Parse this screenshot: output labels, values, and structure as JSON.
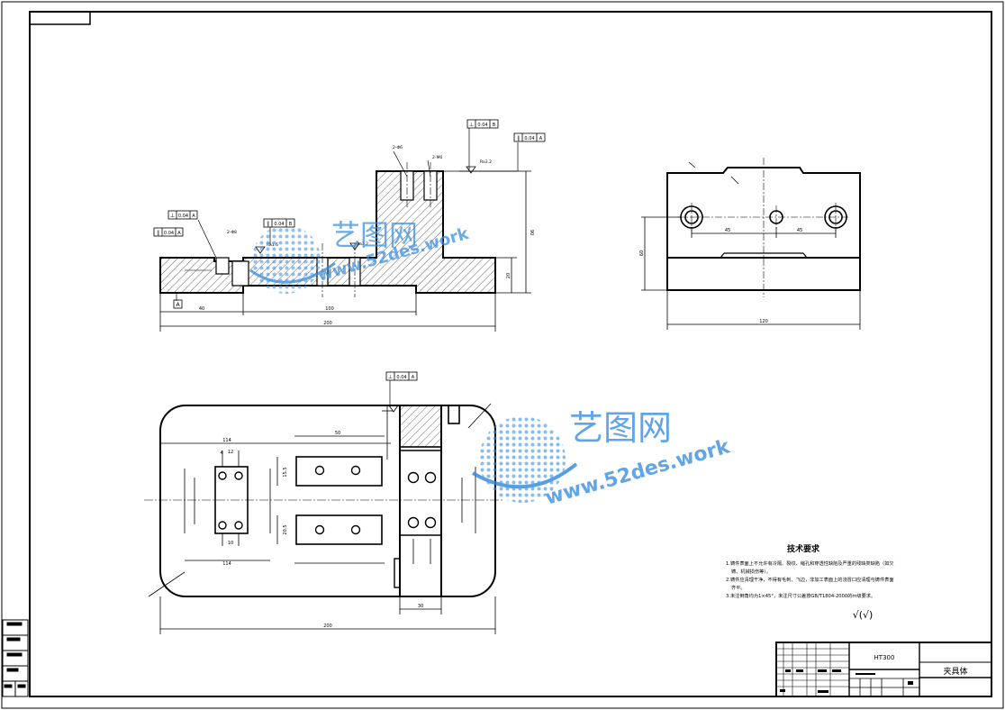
{
  "drawing": {
    "part_name": "夹具体",
    "material": "HT300",
    "tech_requirements": {
      "title": "技术要求",
      "items": [
        "1.铸件表面上不允许有冷隔、裂纹、缩孔和穿透性缺陷及严重的残缺类缺陷（如欠",
        "铸、机械损伤等）。",
        "2.铸件应清理干净，不得有毛刺、飞边，非加工表面上的浇冒口应清理与铸件表面",
        "齐平。",
        "3.未注倒角均为1×45°，未注尺寸公差按GB/T1804-2000的m级要求。"
      ],
      "roughness_symbol": "√(√)"
    }
  },
  "dimensions": {
    "front_total_length": "200",
    "front_left_offset": "40",
    "front_middle_span": "100",
    "front_height": "90",
    "front_step_height": "20",
    "side_width": "120",
    "side_height": "60",
    "side_hole_spacing_left": "45",
    "side_hole_spacing_right": "45",
    "top_total_length": "200",
    "top_right_width": "30",
    "top_left_span_1": "114",
    "top_left_span_2": "114",
    "top_slot_span": "50",
    "top_small_pitch": "4",
    "top_small_a": "12",
    "top_small_b": "10",
    "top_height_a": "15.5",
    "top_height_b": "20.5",
    "holes_spec": "2-Φ6",
    "thread_spec": "2-M6",
    "side_hole_spec": "2-Φ8"
  },
  "tolerances": {
    "perp_1": "0.04",
    "perp_1_ref": "A",
    "par_1": "0.04",
    "par_1_ref": "A",
    "perp_2": "0.04",
    "perp_2_ref": "B",
    "par_2": "0.04",
    "par_2_ref": "B",
    "par_3": "0.04",
    "par_3_ref": "A",
    "perp_top": "0.04",
    "perp_top_ref": "A",
    "datum_a": "A",
    "roughness_1": "Ra3.2",
    "roughness_2": "Ra1.6",
    "roughness_3": "Ra3.2"
  },
  "watermark": {
    "name": "艺图网",
    "url": "www.52des.work"
  }
}
